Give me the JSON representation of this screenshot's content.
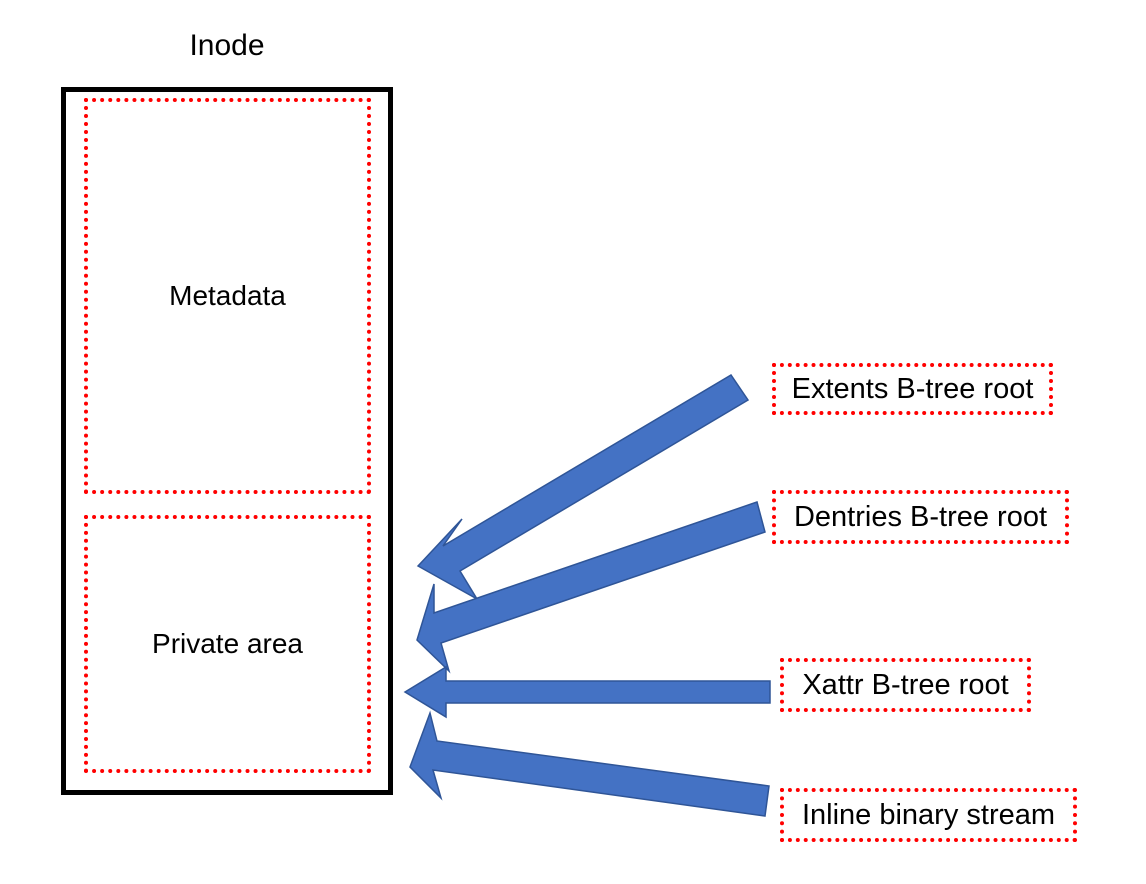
{
  "diagram": {
    "title": "Inode",
    "accent_blue": "#4472C4",
    "accent_blue_stroke": "#2F5597",
    "dotted_red": "#FF0000",
    "outline_black": "#000000",
    "inode": {
      "title": "Inode",
      "regions": [
        {
          "id": "metadata",
          "label": "Metadata"
        },
        {
          "id": "private",
          "label": "Private area"
        }
      ]
    },
    "callouts": [
      {
        "id": "extents",
        "label": "Extents B-tree root",
        "target_region": "private"
      },
      {
        "id": "dentries",
        "label": "Dentries B-tree root",
        "target_region": "private"
      },
      {
        "id": "xattr",
        "label": "Xattr B-tree root",
        "target_region": "private"
      },
      {
        "id": "inline",
        "label": "Inline binary stream",
        "target_region": "private"
      }
    ],
    "arrows": [
      {
        "id": "arrow-extents",
        "from": "Extents B-tree root",
        "to": "Private area",
        "direction": "left-down"
      },
      {
        "id": "arrow-dentries",
        "from": "Dentries B-tree root",
        "to": "Private area",
        "direction": "left-down"
      },
      {
        "id": "arrow-xattr",
        "from": "Xattr B-tree root",
        "to": "Private area",
        "direction": "left"
      },
      {
        "id": "arrow-inline",
        "from": "Inline binary stream",
        "to": "Private area",
        "direction": "left-up"
      }
    ]
  }
}
